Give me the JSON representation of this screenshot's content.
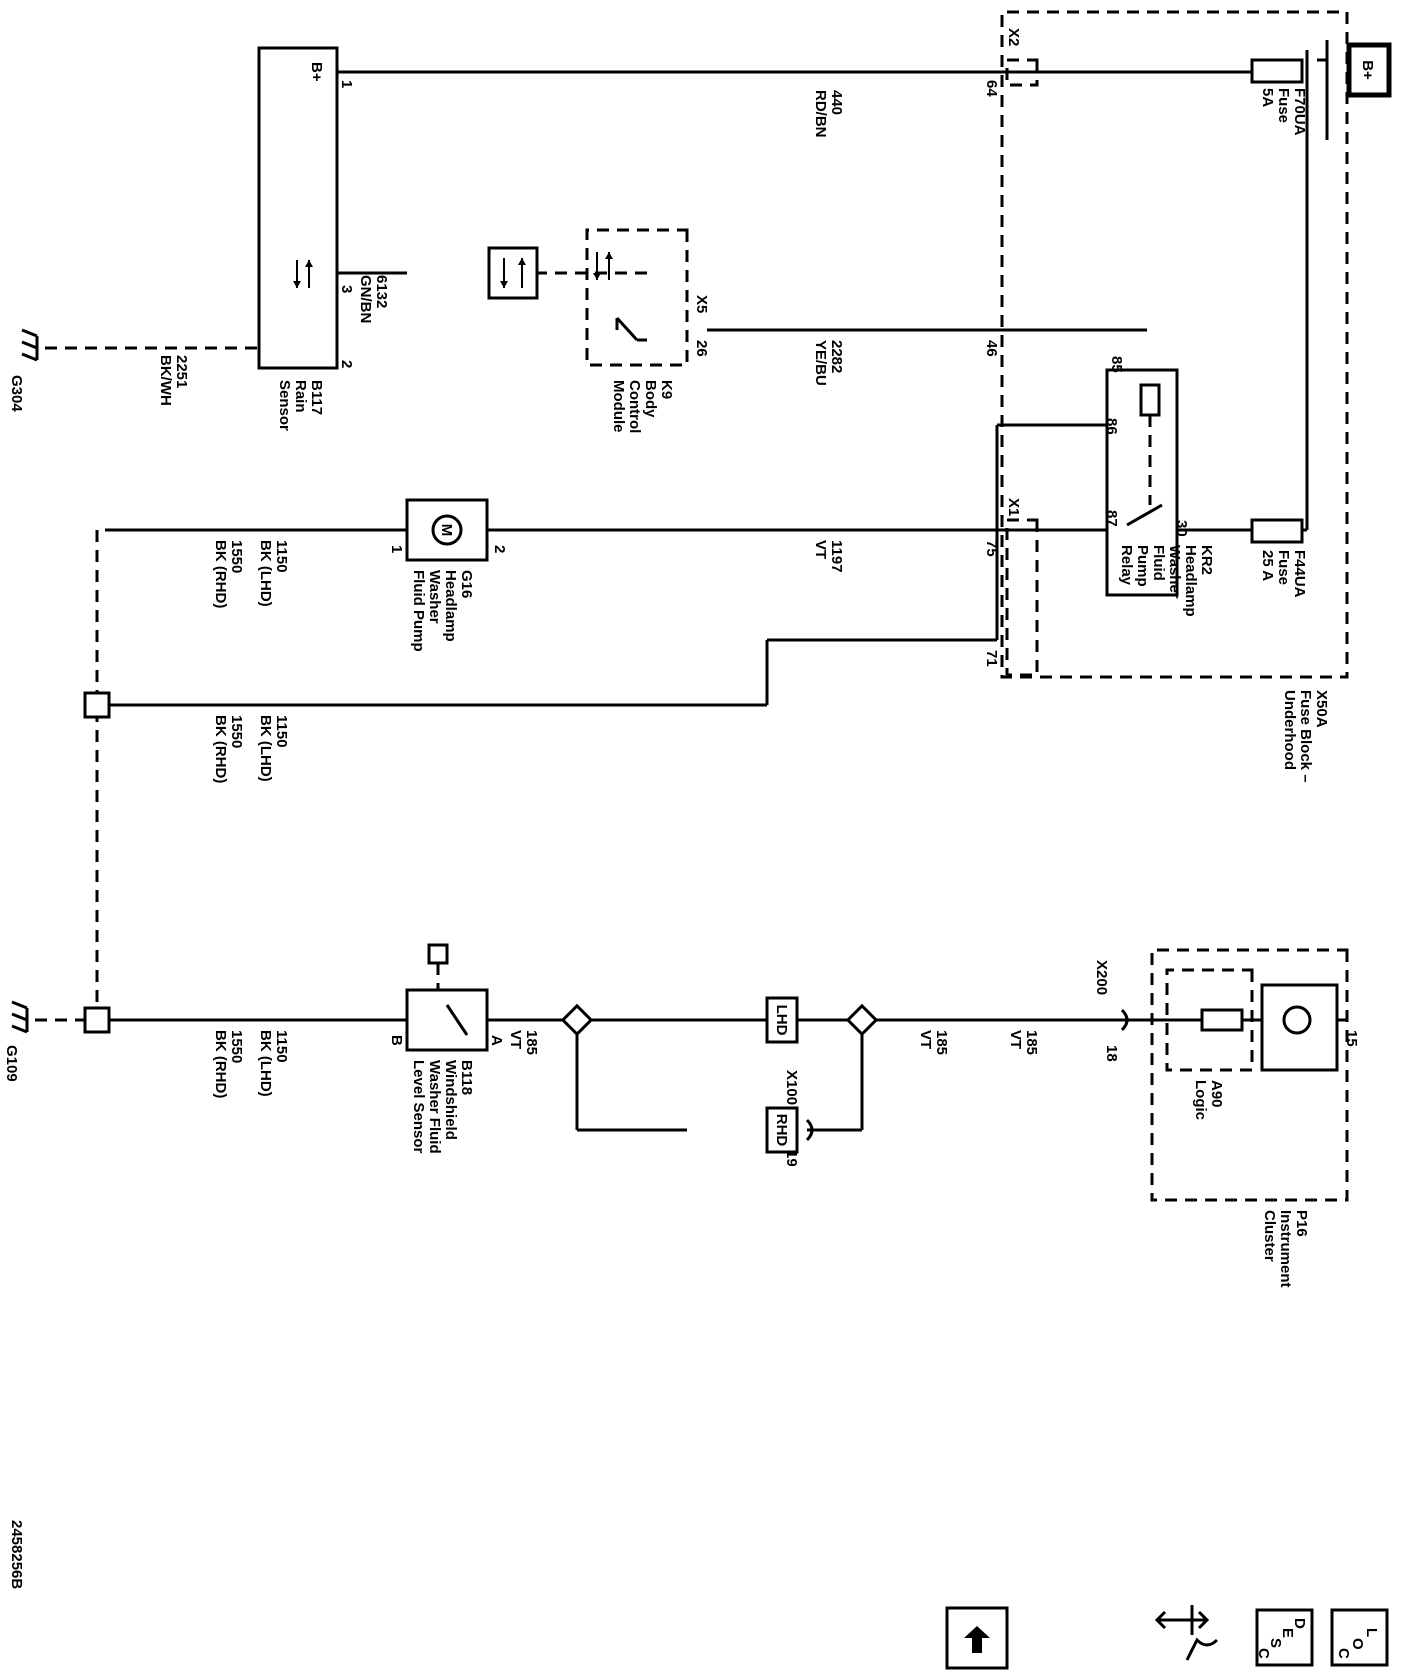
{
  "diagram_id": "2458256B",
  "power": {
    "b_plus_left": "B+",
    "b_plus_right": "B+"
  },
  "fuse_block": {
    "name": "X50A",
    "desc_1": "Fuse Block –",
    "desc_2": "Underhood",
    "conn_x1": "X1",
    "conn_x2": "X2",
    "pin_64": "64",
    "pin_46": "46",
    "pin_75": "75",
    "pin_71": "71"
  },
  "fuse_f70ua": {
    "name": "F70UA",
    "type": "Fuse",
    "rating": "5A"
  },
  "fuse_f44ua": {
    "name": "F44UA",
    "type": "Fuse",
    "rating": "25 A"
  },
  "relay_kr2": {
    "name": "KR2",
    "desc_1": "Headlamp",
    "desc_2": "Washer",
    "desc_3": "Fluid",
    "desc_4": "Pump",
    "desc_5": "Relay",
    "pin_85": "85",
    "pin_86": "86",
    "pin_87": "87",
    "pin_30": "30"
  },
  "rain_sensor": {
    "name": "B117",
    "desc_1": "Rain",
    "desc_2": "Sensor",
    "pin_1": "1",
    "pin_2": "2",
    "pin_3": "3"
  },
  "bcm": {
    "name": "K9",
    "desc_1": "Body",
    "desc_2": "Control",
    "desc_3": "Module",
    "conn": "X5",
    "pin_26": "26"
  },
  "pump": {
    "name": "G16",
    "desc_1": "Headlamp",
    "desc_2": "Washer",
    "desc_3": "Fluid Pump",
    "motor_symbol": "M",
    "pin_1": "1",
    "pin_2": "2"
  },
  "level_sensor": {
    "name": "B118",
    "desc_1": "Windshield",
    "desc_2": "Washer Fluid",
    "desc_3": "Level Sensor",
    "pin_a": "A",
    "pin_b": "B"
  },
  "cluster": {
    "name": "P16",
    "desc_1": "Instrument",
    "desc_2": "Cluster",
    "logic_name": "A90",
    "logic_desc": "Logic",
    "pin_15": "15"
  },
  "inline": {
    "x200": "X200",
    "x200_pin": "18",
    "x100": "X100",
    "x100_pin": "19",
    "lhd": "LHD",
    "rhd": "RHD"
  },
  "wires": {
    "w440_num": "440",
    "w440_color": "RD/BN",
    "w6132_num": "6132",
    "w6132_color": "GN/BN",
    "w2282_num": "2282",
    "w2282_color": "YE/BU",
    "w2251_num": "2251",
    "w2251_color": "BK/WH",
    "w1197_num": "1197",
    "w1197_color": "VT",
    "w1150_num": "1150",
    "w1150_color": "BK (LHD)",
    "w1550_num": "1550",
    "w1550_color": "BK (RHD)",
    "w185_num": "185",
    "w185_color": "VT"
  },
  "grounds": {
    "g304": "G304",
    "g109": "G109"
  },
  "nav": {
    "loc_l1": "L",
    "loc_l2": "O",
    "loc_l3": "C",
    "desc_l1": "D",
    "desc_l2": "E",
    "desc_l3": "S",
    "desc_l4": "C"
  }
}
